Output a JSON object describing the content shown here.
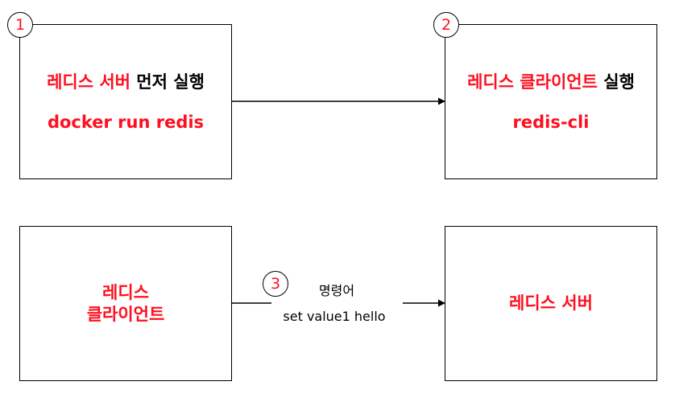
{
  "boxes": {
    "server_start": {
      "title_red": "레디스 서버",
      "title_black": " 먼저 실행",
      "command": "docker run redis"
    },
    "client_start": {
      "title_red": "레디스 클라이언트",
      "title_black": " 실행",
      "command": "redis-cli"
    },
    "client": {
      "line1": "레디스",
      "line2": "클라이언트"
    },
    "server": {
      "title": "레디스 서버"
    }
  },
  "steps": [
    "1",
    "2",
    "3"
  ],
  "message": {
    "label": "명령어",
    "command": "set value1 hello"
  },
  "colors": {
    "accent": "#ff0f1f",
    "border": "#000000"
  }
}
